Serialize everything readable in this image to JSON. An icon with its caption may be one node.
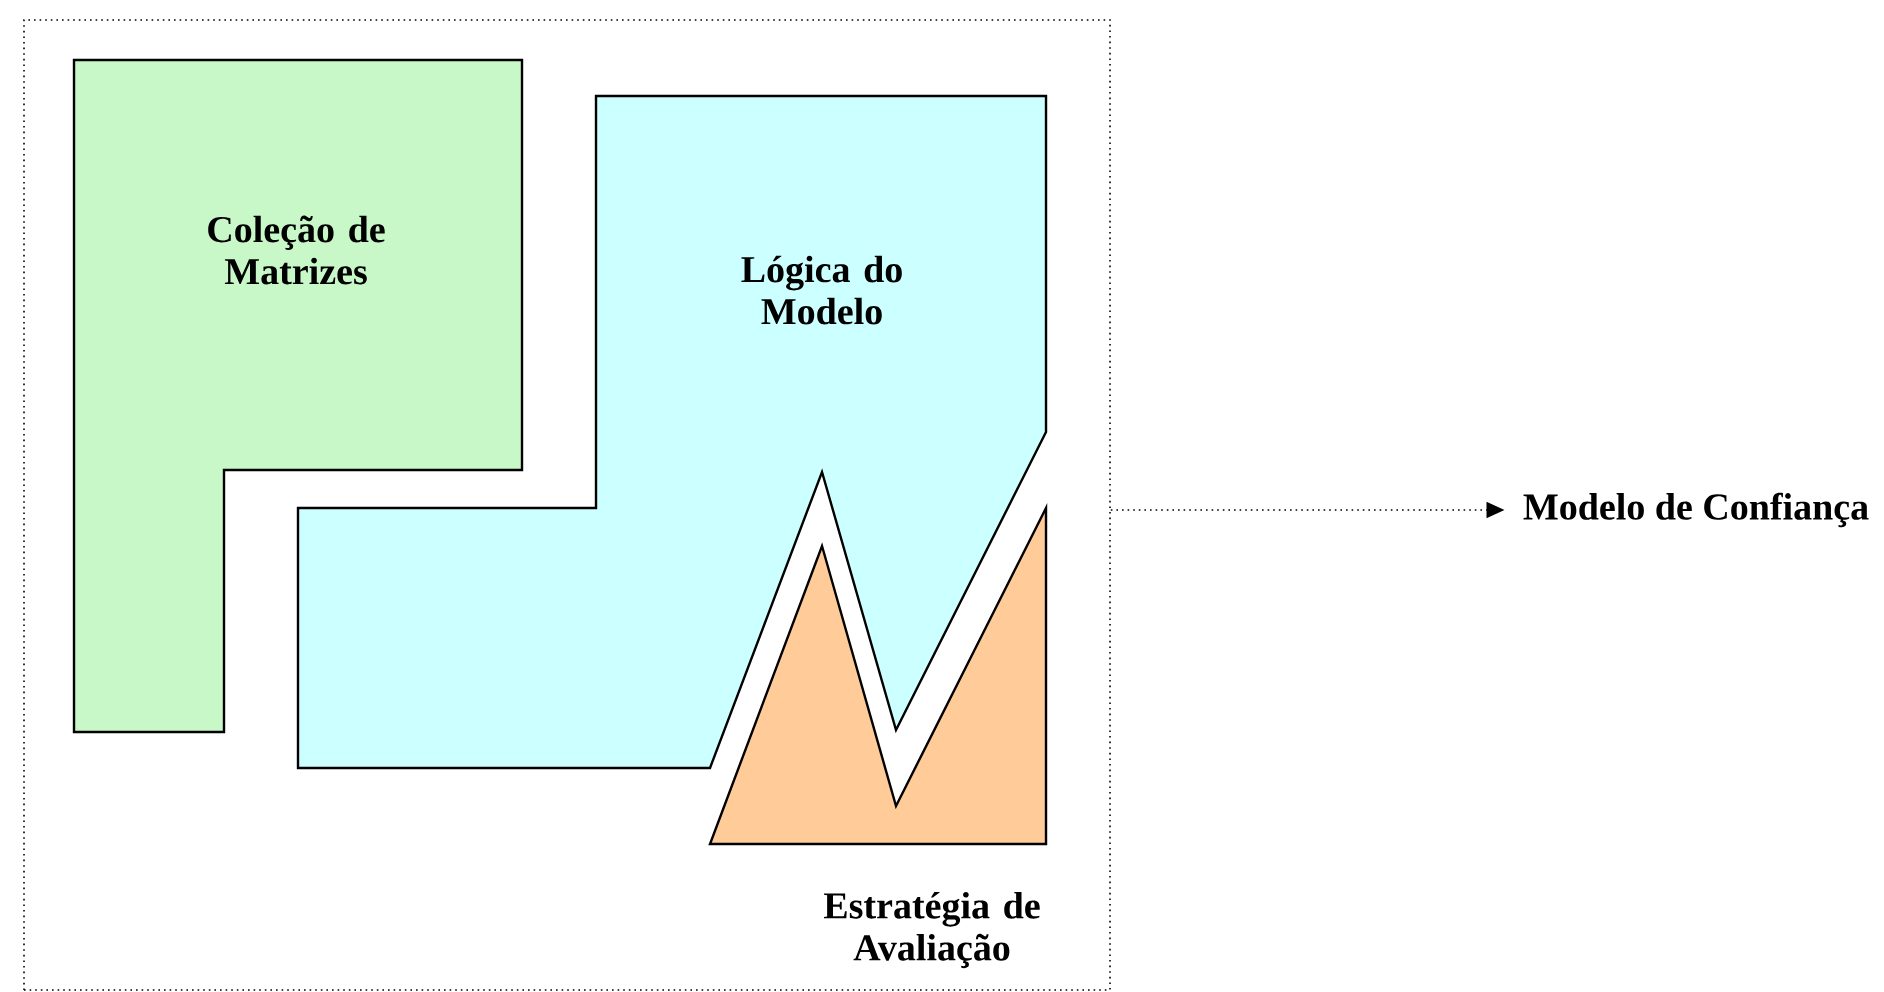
{
  "diagram": {
    "nodes": [
      {
        "text": [],
        "shape": "box"
      },
      {
        "text": [
          "Coleção de Matrizes"
        ],
        "in": 0
      },
      {
        "text": [
          "Lógica do Modelo"
        ],
        "in": 0
      },
      {
        "text": [
          "Estratégia de Avaliação"
        ],
        "in": 0
      },
      {
        "text": [
          "Modelo de Confiança"
        ]
      }
    ],
    "edges": [
      {
        "from": 0,
        "to": 4,
        "arrow": "to",
        "style": "dashed"
      }
    ]
  }
}
